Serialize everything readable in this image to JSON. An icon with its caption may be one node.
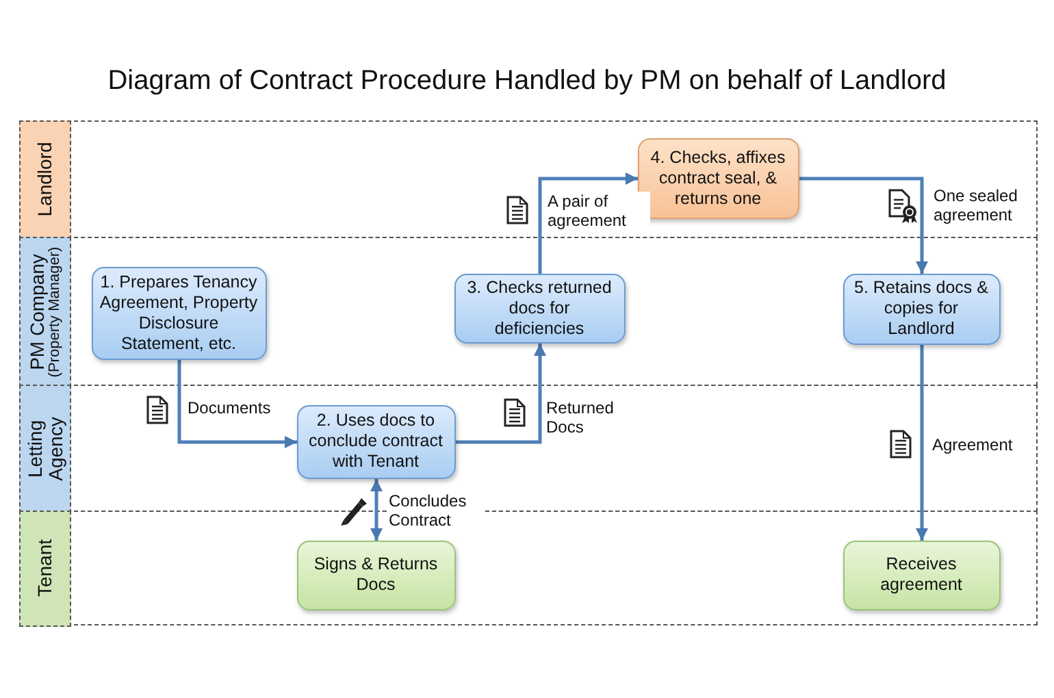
{
  "diagram": {
    "title": "Diagram of Contract Procedure Handled by PM on behalf of Landlord",
    "nodes": [
      {
        "text": [
          "Landlord"
        ]
      },
      {
        "text": [
          "PM Company",
          "(Property Manager)"
        ]
      },
      {
        "text": [
          "Letting Agency"
        ]
      },
      {
        "text": [
          "Tenant"
        ]
      },
      {
        "text": [
          "1. Prepares Tenancy Agreement, Property Disclosure Statement, etc."
        ],
        "in": 1
      },
      {
        "text": [
          "2. Uses docs to conclude contract with Tenant"
        ],
        "in": 2
      },
      {
        "text": [
          "3. Checks returned docs for deficiencies"
        ],
        "in": 1
      },
      {
        "text": [
          "4. Checks, affixes contract seal, & returns one"
        ],
        "in": 0
      },
      {
        "text": [
          "5. Retains docs & copies for Landlord"
        ],
        "in": 1
      },
      {
        "text": [
          "Signs & Returns Docs"
        ],
        "in": 3
      },
      {
        "text": [
          "Receives agreement"
        ],
        "in": 3
      }
    ],
    "edges": [
      {
        "from": 4,
        "to": 5,
        "arrow": "to",
        "label": "Documents"
      },
      {
        "from": 5,
        "to": 6,
        "arrow": "to",
        "label": "Returned Docs"
      },
      {
        "from": 6,
        "to": 7,
        "arrow": "to",
        "label": "A pair of agreement"
      },
      {
        "from": 7,
        "to": 8,
        "arrow": "to",
        "label": "One sealed agreement"
      },
      {
        "from": 8,
        "to": 10,
        "arrow": "to",
        "label": "Agreement"
      },
      {
        "from": 5,
        "to": 9,
        "arrow": "both",
        "label": "Concludes Contract"
      }
    ]
  }
}
